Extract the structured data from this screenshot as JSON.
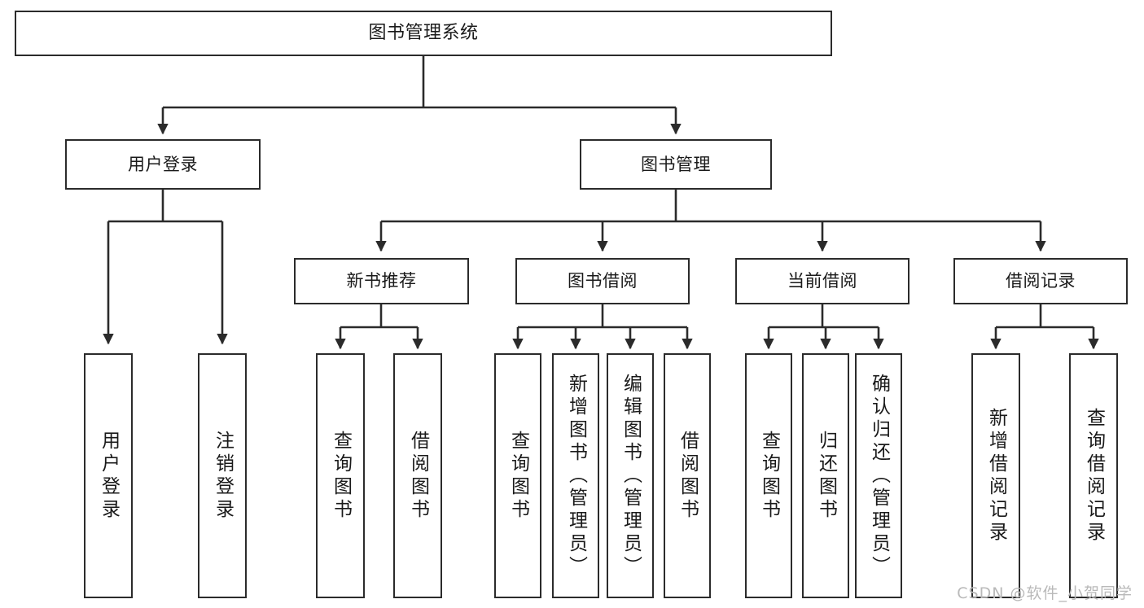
{
  "diagram": {
    "title": "图书管理系统",
    "type": "tree-hierarchy",
    "stroke_color": "#2b2b2b",
    "fill_color": "#ffffff",
    "text_color": "#1a1a1a"
  },
  "nodes": {
    "root": {
      "label": "图书管理系统",
      "orientation": "horizontal"
    },
    "level2": [
      {
        "label": "用户登录",
        "orientation": "horizontal"
      },
      {
        "label": "图书管理",
        "orientation": "horizontal"
      }
    ],
    "level3": [
      {
        "label": "新书推荐",
        "orientation": "horizontal"
      },
      {
        "label": "图书借阅",
        "orientation": "horizontal"
      },
      {
        "label": "当前借阅",
        "orientation": "horizontal"
      },
      {
        "label": "借阅记录",
        "orientation": "horizontal"
      }
    ],
    "leaves": [
      {
        "label": "用户登录",
        "parent": "用户登录",
        "orientation": "vertical"
      },
      {
        "label": "注销登录",
        "parent": "用户登录",
        "orientation": "vertical"
      },
      {
        "label": "查询图书",
        "parent": "新书推荐",
        "orientation": "vertical"
      },
      {
        "label": "借阅图书",
        "parent": "新书推荐",
        "orientation": "vertical"
      },
      {
        "label": "查询图书",
        "parent": "图书借阅",
        "orientation": "vertical"
      },
      {
        "label": "新增图书（管理员）",
        "parent": "图书借阅",
        "orientation": "vertical"
      },
      {
        "label": "编辑图书（管理员）",
        "parent": "图书借阅",
        "orientation": "vertical"
      },
      {
        "label": "借阅图书",
        "parent": "图书借阅",
        "orientation": "vertical"
      },
      {
        "label": "查询图书",
        "parent": "当前借阅",
        "orientation": "vertical"
      },
      {
        "label": "归还图书",
        "parent": "当前借阅",
        "orientation": "vertical"
      },
      {
        "label": "确认归还（管理员）",
        "parent": "当前借阅",
        "orientation": "vertical"
      },
      {
        "label": "新增借阅记录",
        "parent": "借阅记录",
        "orientation": "vertical"
      },
      {
        "label": "查询借阅记录",
        "parent": "借阅记录",
        "orientation": "vertical"
      }
    ]
  },
  "watermark": {
    "text": "CSDN @软件_小贺同学"
  }
}
